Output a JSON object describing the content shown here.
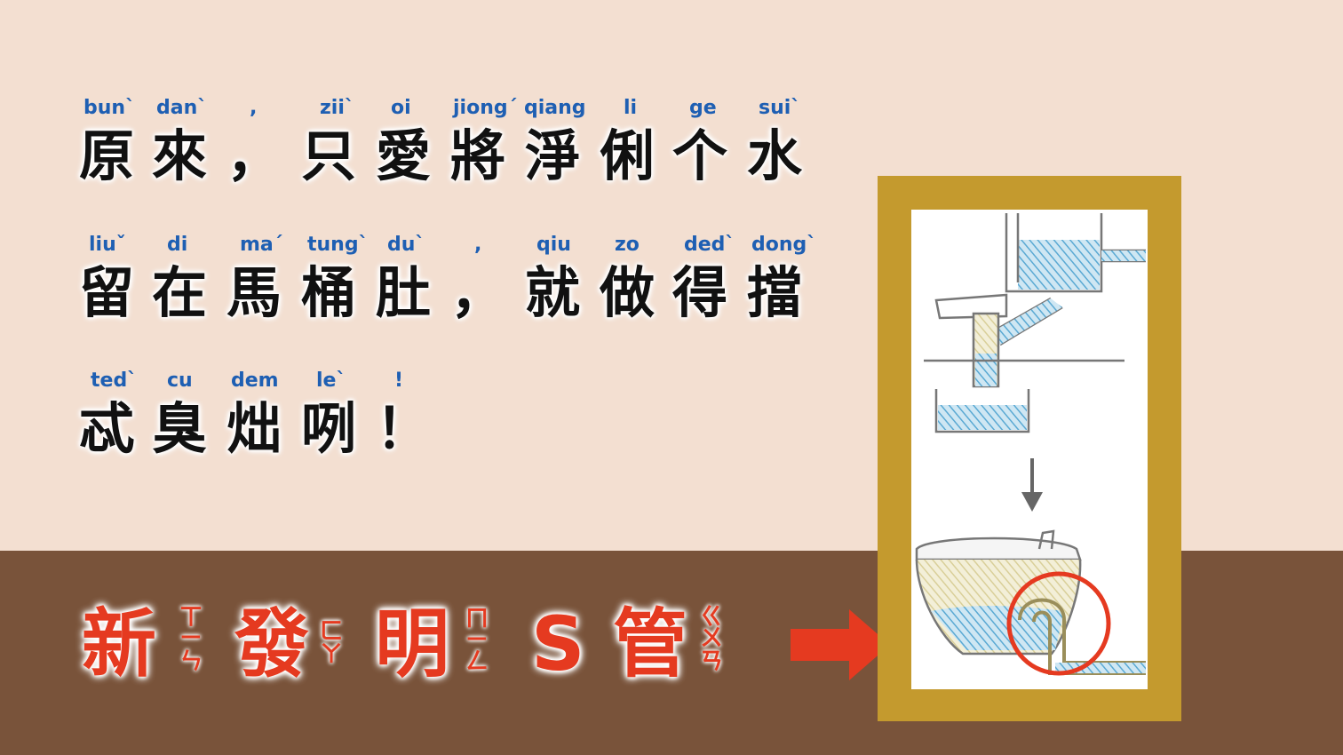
{
  "line1": {
    "ruby": [
      "bun`",
      "dan`",
      ",",
      "zii`",
      "oi",
      "jiong´",
      "qiang",
      "li",
      "ge",
      "sui`"
    ],
    "chars": [
      "原",
      "來",
      "，",
      "只",
      "愛",
      "將",
      "淨",
      "俐",
      "个",
      "水"
    ]
  },
  "line2": {
    "ruby": [
      "liuˇ",
      "di",
      "ma´",
      "tung`",
      "du`",
      ",",
      "qiu",
      "zo",
      "ded`",
      "dong`"
    ],
    "chars": [
      "留",
      "在",
      "馬",
      "桶",
      "肚",
      "，",
      "就",
      "做",
      "得",
      "擋"
    ]
  },
  "line3": {
    "ruby": [
      "ted`",
      "cu",
      "dem",
      "le`",
      "!"
    ],
    "chars": [
      "忒",
      "臭",
      "炪",
      "咧",
      "！"
    ]
  },
  "title": {
    "chars": [
      "新",
      "發",
      "明",
      "S",
      "管"
    ],
    "bopomofo": {
      "xin": [
        "ㄒ",
        "ㄧ",
        "ㄣ"
      ],
      "fa": [
        "ㄈ",
        "ㄚ"
      ],
      "ming": [
        "ㄇ",
        "ㄧ",
        "ㄥ"
      ],
      "guan": [
        "ㄍ",
        "ㄨ",
        "ㄢ"
      ]
    }
  },
  "colors": {
    "wall": "#f3dfd1",
    "floor": "#79533a",
    "pinyin": "#1e5fb3",
    "title": "#e53a20",
    "frame": "#c49a2e",
    "water": "#6ab1d6"
  },
  "icons": {
    "arrow": "right-arrow-icon",
    "down_arrow": "down-arrow-icon",
    "circle": "highlight-circle-icon"
  }
}
